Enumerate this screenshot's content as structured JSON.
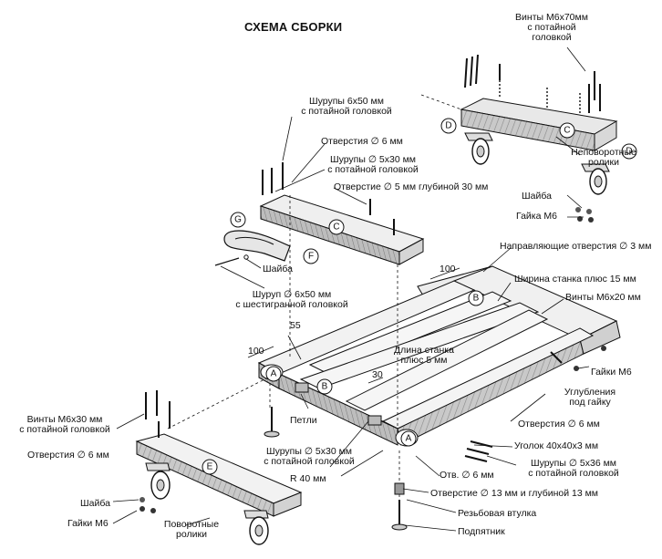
{
  "title": "СХЕМА СБОРКИ",
  "markers": {
    "A": "A",
    "B": "B",
    "C": "C",
    "D": "D",
    "E": "E",
    "F": "F",
    "G": "G"
  },
  "dimensions": {
    "d100_top": "100",
    "d55": "55",
    "d100_left": "100",
    "d30": "30"
  },
  "labels": {
    "screws_m6x70": "Винты М6х70мм\nс потайной\nголовкой",
    "wood_screws_6x50": "Шурупы 6х50 мм\nс потайной головкой",
    "holes_6": "Отверстия ∅ 6 мм",
    "wood_screws_5x30_top": "Шурупы ∅ 5х30 мм\nс потайной головкой",
    "holes_5_depth_30": "Отверстие ∅ 5 мм глубиной 30 мм",
    "fixed_rollers": "Неповоротные\nролики",
    "washer_right": "Шайба",
    "nut_m6_right": "Гайка М6",
    "washer_mid": "Шайба",
    "screw_6x50_hex": "Шуруп ∅ 6х50 мм\nс шестигранной головкой",
    "guide_holes_3": "Направляющие отверстия ∅ 3 мм",
    "width_plus_15": "Ширина станка плюс 15 мм",
    "screws_m6x20": "Винты М6х20 мм",
    "length_plus_5": "Длина станка\nплюс 5 мм",
    "nuts_m6_right": "Гайки М6",
    "recess_for_nut": "Углубления\nпод гайку",
    "hinges": "Петли",
    "holes_6_mid": "Отверстия ∅ 6 мм",
    "angle_40x40x3": "Уголок 40х40х3 мм",
    "wood_screws_5x36": "Шурупы ∅ 5х36 мм\nс потайной головкой",
    "screws_m6x30": "Винты М6х30 мм\nс потайной головкой",
    "holes_6_left": "Отверстия ∅ 6 мм",
    "wood_screws_5x30_bottom": "Шурупы ∅ 5х30 мм\nс потайной головкой",
    "r40": "R 40 мм",
    "hole_6_small": "Отв. ∅ 6 мм",
    "hole_13_depth_13": "Отверстие ∅ 13 мм и глубиной 13 мм",
    "threaded_sleeve": "Резьбовая втулка",
    "foot": "Подпятник",
    "washer_left": "Шайба",
    "nuts_m6_left": "Гайки М6",
    "swivel_rollers": "Поворотные\nролики"
  }
}
